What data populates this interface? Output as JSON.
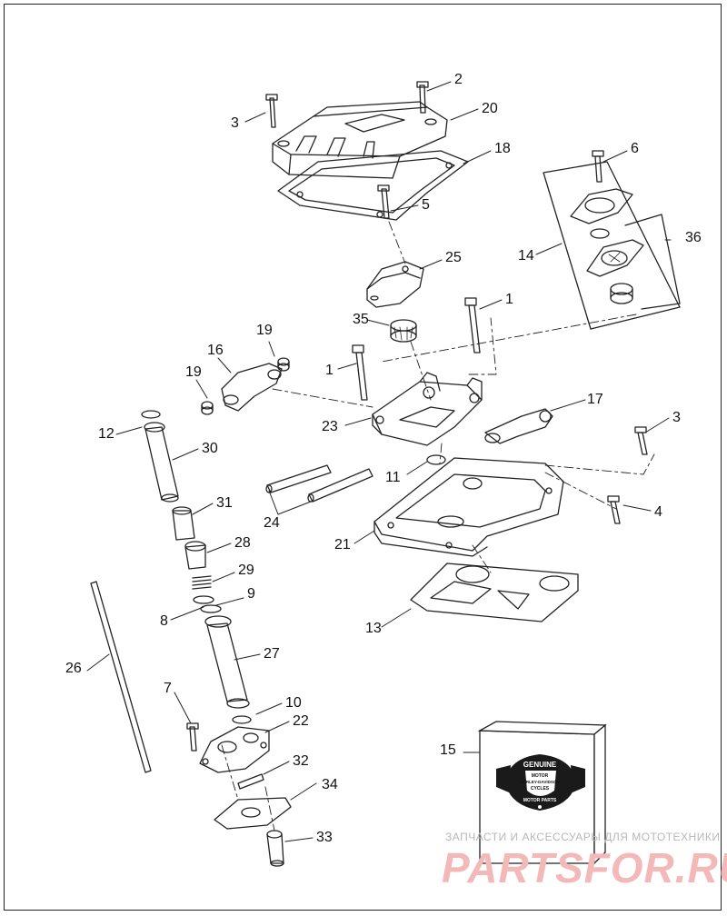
{
  "callouts": [
    {
      "id": "c3a",
      "text": "3"
    },
    {
      "id": "c2",
      "text": "2"
    },
    {
      "id": "c20",
      "text": "20"
    },
    {
      "id": "c18",
      "text": "18"
    },
    {
      "id": "c6",
      "text": "6"
    },
    {
      "id": "c5",
      "text": "5"
    },
    {
      "id": "c36",
      "text": "36"
    },
    {
      "id": "c14",
      "text": "14"
    },
    {
      "id": "c25",
      "text": "25"
    },
    {
      "id": "c1a",
      "text": "1"
    },
    {
      "id": "c35",
      "text": "35"
    },
    {
      "id": "c19a",
      "text": "19"
    },
    {
      "id": "c16",
      "text": "16"
    },
    {
      "id": "c1b",
      "text": "1"
    },
    {
      "id": "c19b",
      "text": "19"
    },
    {
      "id": "c17",
      "text": "17"
    },
    {
      "id": "c12",
      "text": "12"
    },
    {
      "id": "c23",
      "text": "23"
    },
    {
      "id": "c3b",
      "text": "3"
    },
    {
      "id": "c30",
      "text": "30"
    },
    {
      "id": "c11",
      "text": "11"
    },
    {
      "id": "c31",
      "text": "31"
    },
    {
      "id": "c4",
      "text": "4"
    },
    {
      "id": "c24",
      "text": "24"
    },
    {
      "id": "c21",
      "text": "21"
    },
    {
      "id": "c28",
      "text": "28"
    },
    {
      "id": "c29",
      "text": "29"
    },
    {
      "id": "c9",
      "text": "9"
    },
    {
      "id": "c8",
      "text": "8"
    },
    {
      "id": "c13",
      "text": "13"
    },
    {
      "id": "c27",
      "text": "27"
    },
    {
      "id": "c26",
      "text": "26"
    },
    {
      "id": "c7",
      "text": "7"
    },
    {
      "id": "c10",
      "text": "10"
    },
    {
      "id": "c22",
      "text": "22"
    },
    {
      "id": "c15",
      "text": "15"
    },
    {
      "id": "c32",
      "text": "32"
    },
    {
      "id": "c34",
      "text": "34"
    },
    {
      "id": "c33",
      "text": "33"
    }
  ],
  "parts_box": {
    "badge_top": "GENUINE",
    "badge_mid": "MOTOR",
    "badge_shield": "HARLEY-DAVIDSON",
    "badge_mid2": "CYCLES",
    "badge_bottom": "MOTOR PARTS"
  },
  "watermark": {
    "tagline": "ЗАПЧАСТИ И АКСЕССУАРЫ ДЛЯ МОТОТЕХНИКИ",
    "brand": "PARTSFOR.RU"
  },
  "colors": {
    "line": "#222222",
    "watermark_brand": "#f3b9b9",
    "watermark_tag": "#b8b8b8"
  }
}
